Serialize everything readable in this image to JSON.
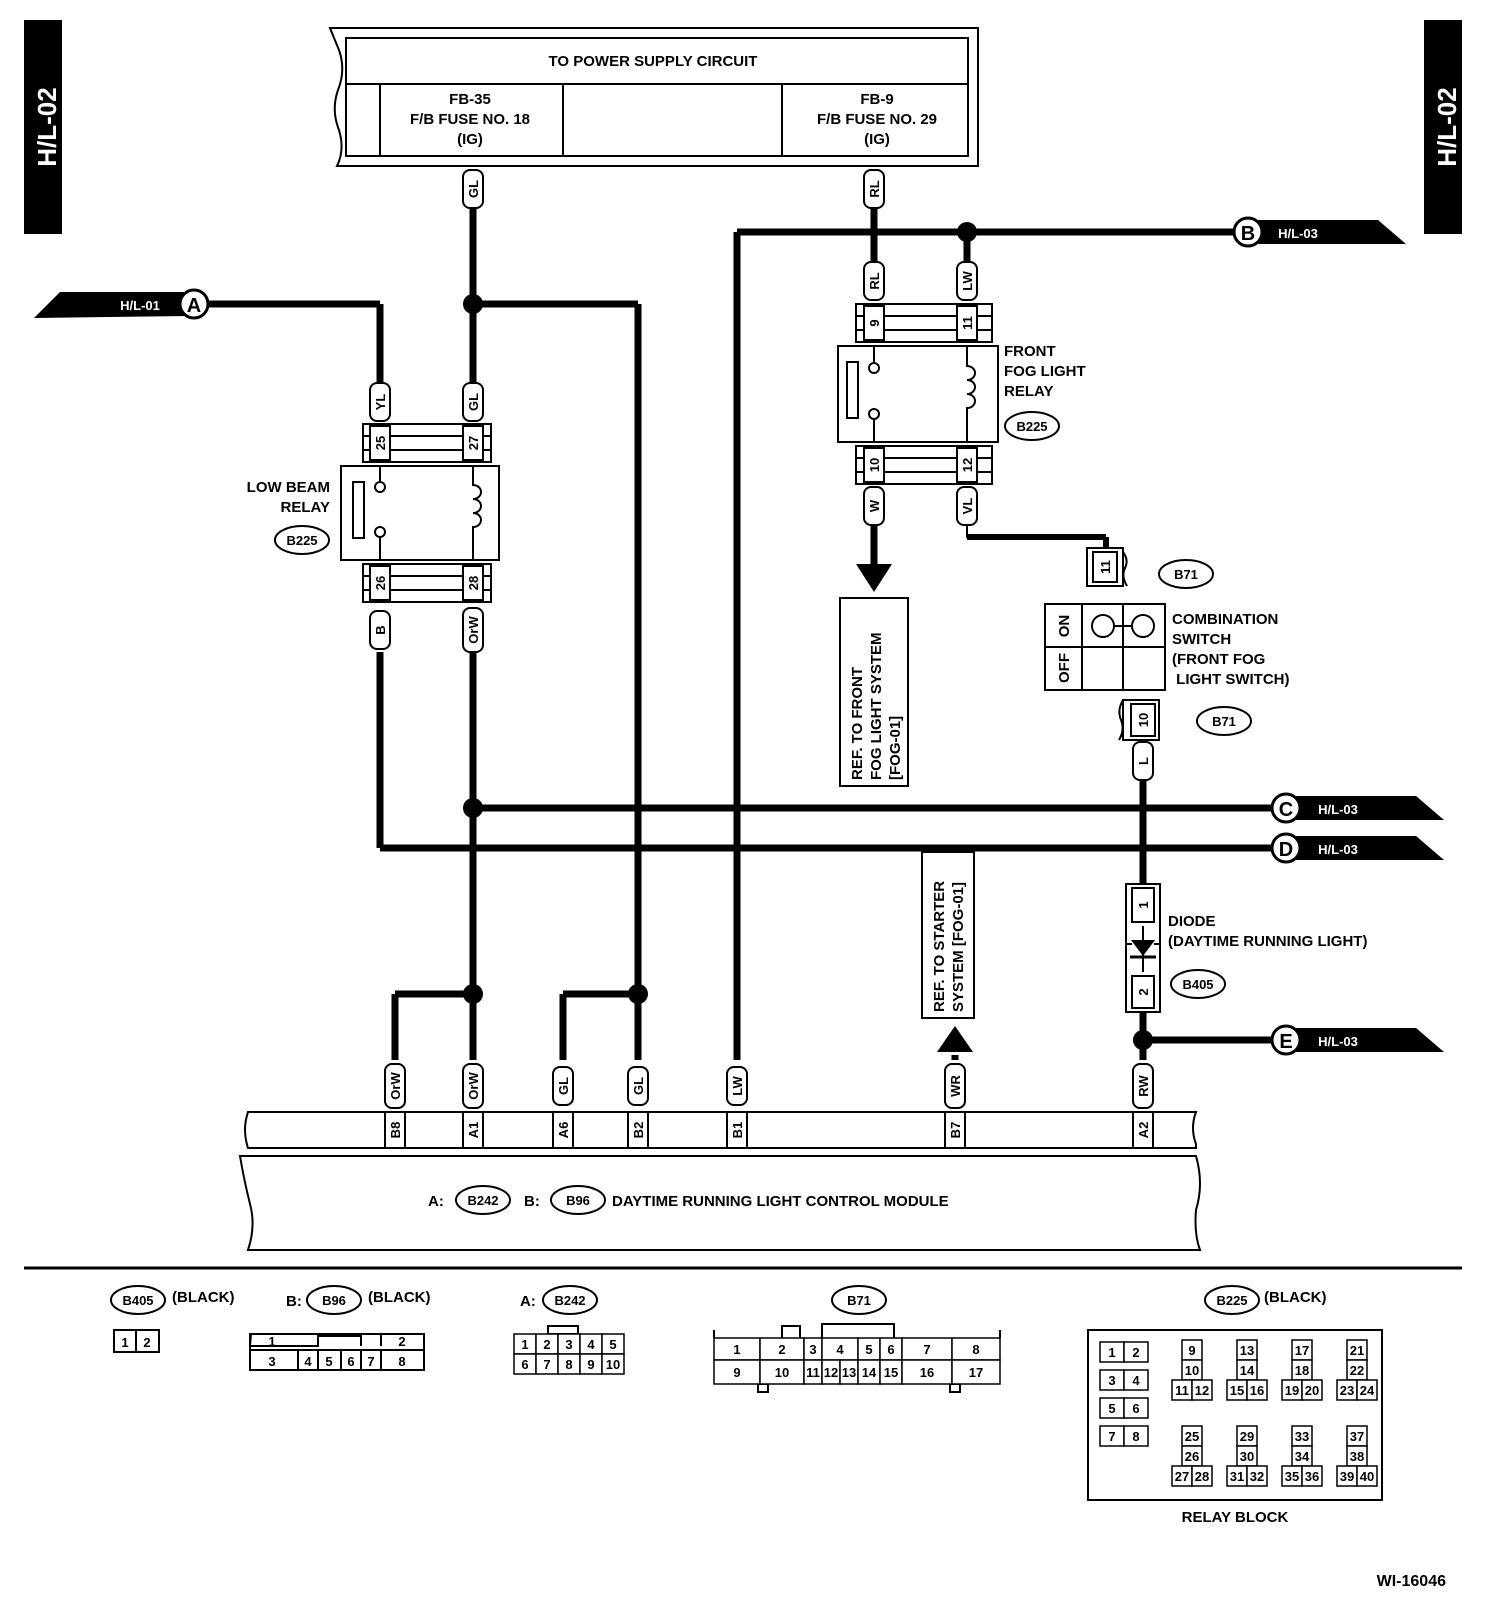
{
  "side_tab": "H/L-02",
  "power_supply": {
    "title": "TO POWER SUPPLY CIRCUIT",
    "fuse_left": [
      "FB-35",
      "F/B FUSE NO. 18",
      "(IG)"
    ],
    "fuse_right": [
      "FB-9",
      "F/B FUSE NO. 29",
      "(IG)"
    ]
  },
  "wire_colors": {
    "gl": "GL",
    "rl": "RL",
    "lw": "LW",
    "yl": "YL",
    "b": "B",
    "orw": "OrW",
    "w": "W",
    "vl": "VL",
    "l": "L",
    "wr": "WR",
    "rw": "RW"
  },
  "pins": {
    "p9": "9",
    "p11": "11",
    "p10": "10",
    "p12": "12",
    "p25": "25",
    "p27": "27",
    "p26": "26",
    "p28": "28",
    "sw11": "11",
    "sw10": "10",
    "d1": "1",
    "d2": "2"
  },
  "offpage": {
    "a": {
      "letter": "A",
      "ref": "H/L-01"
    },
    "b": {
      "letter": "B",
      "ref": "H/L-03"
    },
    "c": {
      "letter": "C",
      "ref": "H/L-03"
    },
    "d": {
      "letter": "D",
      "ref": "H/L-03"
    },
    "e": {
      "letter": "E",
      "ref": "H/L-03"
    }
  },
  "low_beam_relay": {
    "lines": [
      "LOW BEAM",
      "RELAY"
    ],
    "connector": "B225"
  },
  "fog_relay": {
    "lines": [
      "FRONT",
      "FOG LIGHT",
      "RELAY"
    ],
    "connector": "B225"
  },
  "combination_switch": {
    "lines": [
      "COMBINATION",
      "SWITCH",
      "(FRONT FOG",
      " LIGHT SWITCH)"
    ],
    "connector": "B71",
    "on": "ON",
    "off": "OFF"
  },
  "diode": {
    "lines": [
      "DIODE",
      "(DAYTIME RUNNING LIGHT)"
    ],
    "connector": "B405"
  },
  "ref_fog": [
    "REF. TO FRONT",
    "FOG LIGHT SYSTEM",
    "[FOG-01]"
  ],
  "ref_starter": [
    "REF. TO STARTER",
    "SYSTEM [FOG-01]"
  ],
  "module": {
    "terminals": [
      "B8",
      "A1",
      "A6",
      "B2",
      "B1",
      "B7",
      "A2"
    ],
    "a_prefix": "A:",
    "a_conn": "B242",
    "b_prefix": "B:",
    "b_conn": "B96",
    "title": "DAYTIME RUNNING LIGHT CONTROL MODULE"
  },
  "connectors": {
    "b405": {
      "name": "B405",
      "note": "(BLACK)",
      "pins": [
        "1",
        "2"
      ]
    },
    "b96": {
      "prefix": "B:",
      "name": "B96",
      "note": "(BLACK)",
      "row1": [
        "1",
        "2"
      ],
      "row2": [
        "3",
        "4",
        "5",
        "6",
        "7",
        "8"
      ]
    },
    "b242": {
      "prefix": "A:",
      "name": "B242",
      "row1": [
        "1",
        "2",
        "3",
        "4",
        "5"
      ],
      "row2": [
        "6",
        "7",
        "8",
        "9",
        "10"
      ]
    },
    "b71": {
      "name": "B71",
      "row1": [
        "1",
        "2",
        "3",
        "4",
        "5",
        "6",
        "7",
        "8"
      ],
      "row2": [
        "9",
        "10",
        "11",
        "12",
        "13",
        "14",
        "15",
        "16",
        "17"
      ]
    },
    "b225": {
      "name": "B225",
      "note": "(BLACK)",
      "caption": "RELAY BLOCK"
    }
  },
  "relay_block": {
    "pairs": [
      [
        "1",
        "2"
      ],
      [
        "3",
        "4"
      ],
      [
        "5",
        "6"
      ],
      [
        "7",
        "8"
      ]
    ],
    "groups_top": [
      [
        "9",
        "10",
        "11",
        "12"
      ],
      [
        "13",
        "14",
        "15",
        "16"
      ],
      [
        "17",
        "18",
        "19",
        "20"
      ],
      [
        "21",
        "22",
        "23",
        "24"
      ]
    ],
    "groups_bottom": [
      [
        "25",
        "26",
        "27",
        "28"
      ],
      [
        "29",
        "30",
        "31",
        "32"
      ],
      [
        "33",
        "34",
        "35",
        "36"
      ],
      [
        "37",
        "38",
        "39",
        "40"
      ]
    ]
  },
  "figure_id": "WI-16046"
}
